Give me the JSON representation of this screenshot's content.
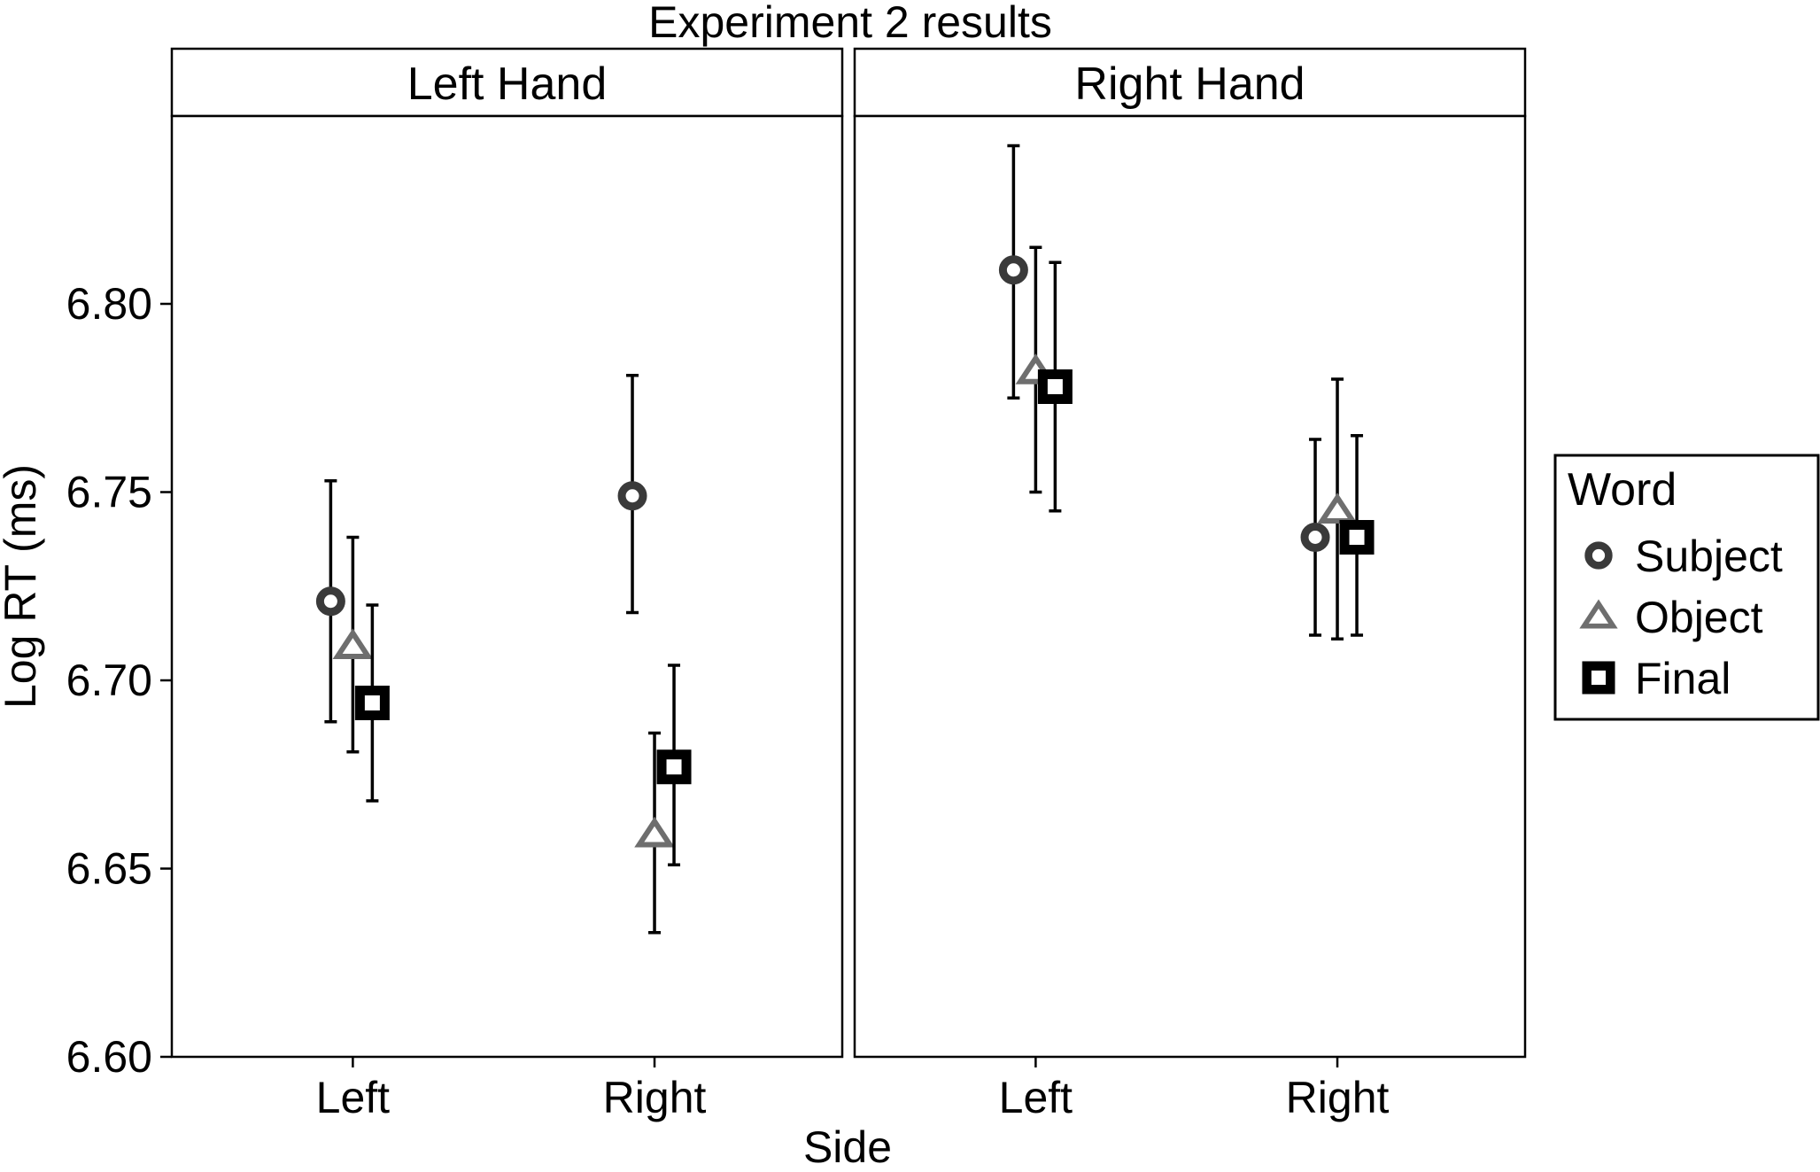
{
  "chart_data": {
    "type": "scatter",
    "title": "Experiment 2 results",
    "xlabel": "Side",
    "ylabel": "Log RT (ms)",
    "ylim": [
      6.6,
      6.85
    ],
    "yticks": [
      "6.60",
      "6.65",
      "6.70",
      "6.75",
      "6.80"
    ],
    "categories": [
      "Left",
      "Right"
    ],
    "grid": false,
    "legend": {
      "title": "Word",
      "placement": "right",
      "entries": [
        "Subject",
        "Object",
        "Final"
      ]
    },
    "series_styles": {
      "Subject": {
        "shape": "circle",
        "color": "#3a3a3a"
      },
      "Object": {
        "shape": "triangle",
        "color": "#6e6e6e"
      },
      "Final": {
        "shape": "square",
        "color": "#000000"
      }
    },
    "panels": [
      {
        "label": "Left Hand",
        "series": [
          {
            "name": "Subject",
            "points": [
              {
                "x": "Left",
                "y": 6.721,
                "ymin": 6.689,
                "ymax": 6.753
              },
              {
                "x": "Right",
                "y": 6.749,
                "ymin": 6.718,
                "ymax": 6.781
              }
            ]
          },
          {
            "name": "Object",
            "points": [
              {
                "x": "Left",
                "y": 6.709,
                "ymin": 6.681,
                "ymax": 6.738
              },
              {
                "x": "Right",
                "y": 6.659,
                "ymin": 6.633,
                "ymax": 6.686
              }
            ]
          },
          {
            "name": "Final",
            "points": [
              {
                "x": "Left",
                "y": 6.694,
                "ymin": 6.668,
                "ymax": 6.72
              },
              {
                "x": "Right",
                "y": 6.677,
                "ymin": 6.651,
                "ymax": 6.704
              }
            ]
          }
        ]
      },
      {
        "label": "Right Hand",
        "series": [
          {
            "name": "Subject",
            "points": [
              {
                "x": "Left",
                "y": 6.809,
                "ymin": 6.775,
                "ymax": 6.842
              },
              {
                "x": "Right",
                "y": 6.738,
                "ymin": 6.712,
                "ymax": 6.764
              }
            ]
          },
          {
            "name": "Object",
            "points": [
              {
                "x": "Left",
                "y": 6.782,
                "ymin": 6.75,
                "ymax": 6.815
              },
              {
                "x": "Right",
                "y": 6.745,
                "ymin": 6.711,
                "ymax": 6.78
              }
            ]
          },
          {
            "name": "Final",
            "points": [
              {
                "x": "Left",
                "y": 6.778,
                "ymin": 6.745,
                "ymax": 6.811
              },
              {
                "x": "Right",
                "y": 6.738,
                "ymin": 6.712,
                "ymax": 6.765
              }
            ]
          }
        ]
      }
    ]
  }
}
